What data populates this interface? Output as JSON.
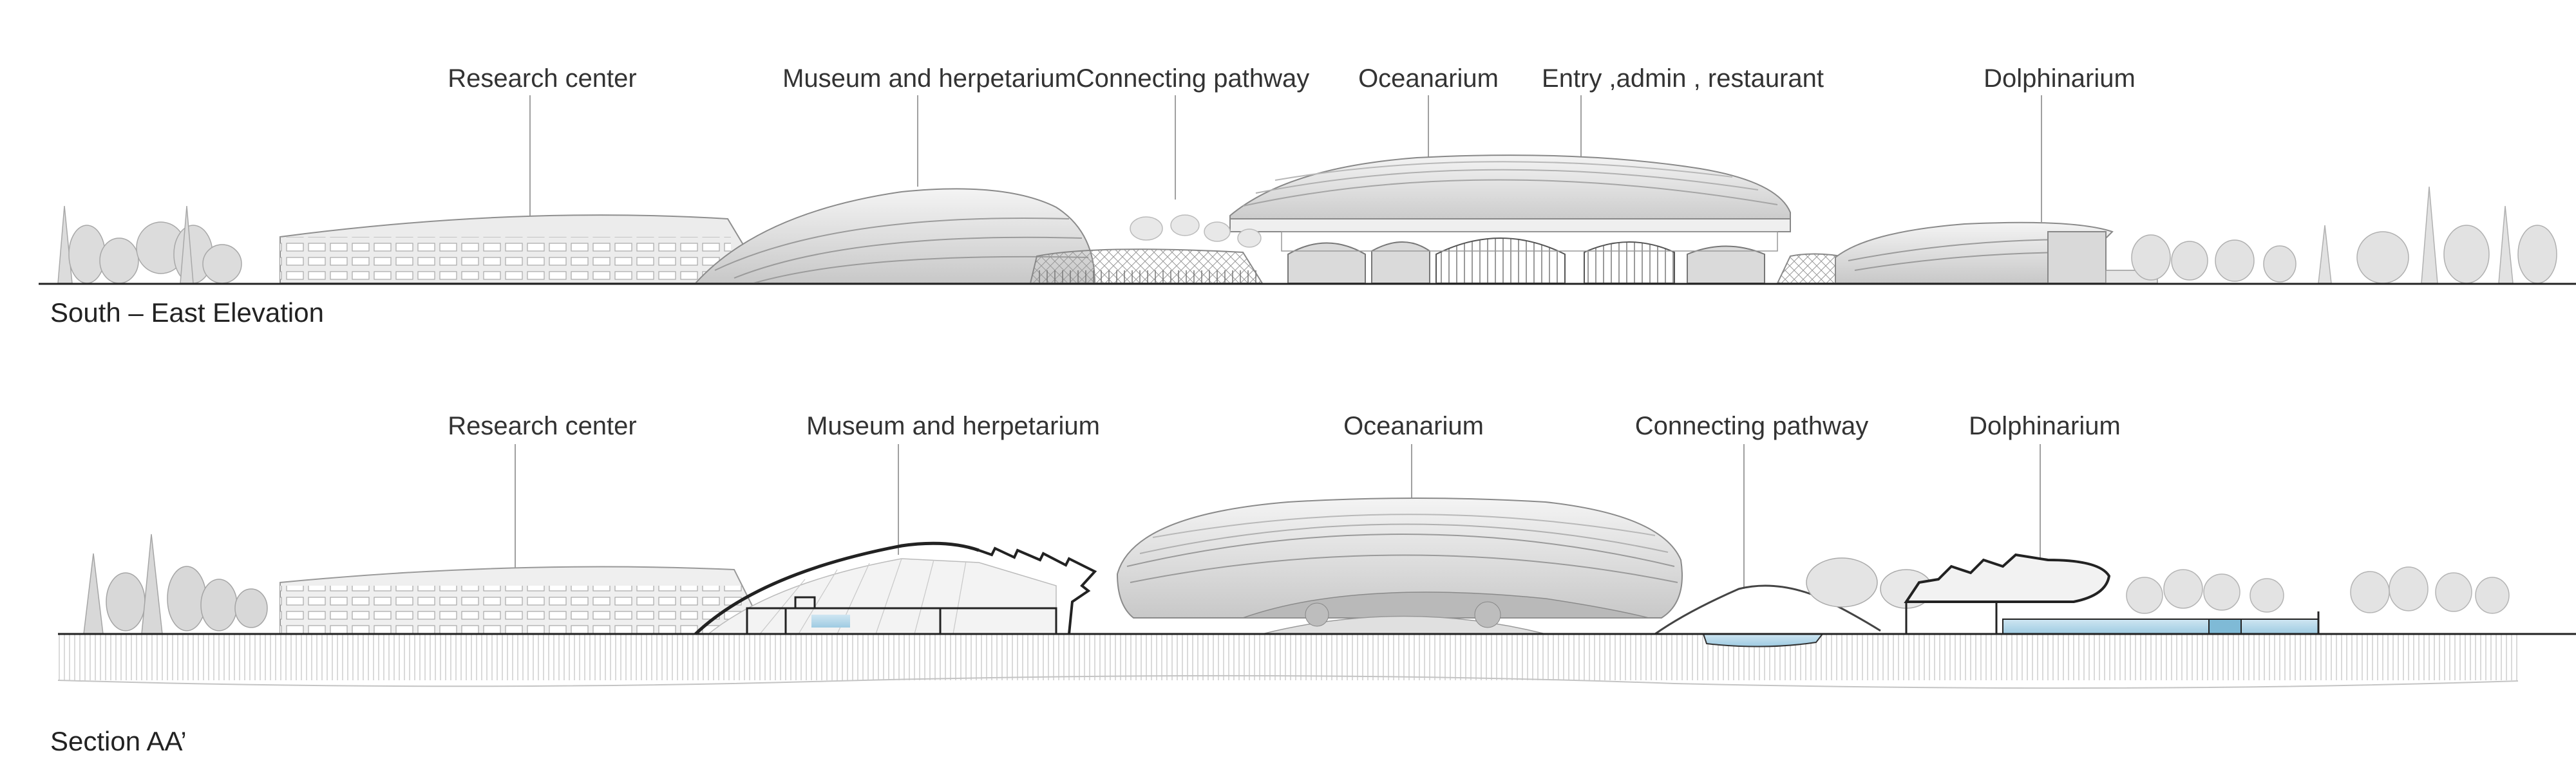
{
  "elevation": {
    "caption": "South – East Elevation",
    "labels": {
      "research": "Research center",
      "museum": "Museum and herpetarium",
      "pathway": "Connecting pathway",
      "oceanarium": "Oceanarium",
      "entry": "Entry ,admin , restaurant",
      "dolphinarium": "Dolphinarium"
    }
  },
  "section": {
    "caption": "Section AA’",
    "labels": {
      "research": "Research center",
      "museum": "Museum and herpetarium",
      "oceanarium": "Oceanarium",
      "pathway": "Connecting pathway",
      "dolphinarium": "Dolphinarium"
    }
  }
}
